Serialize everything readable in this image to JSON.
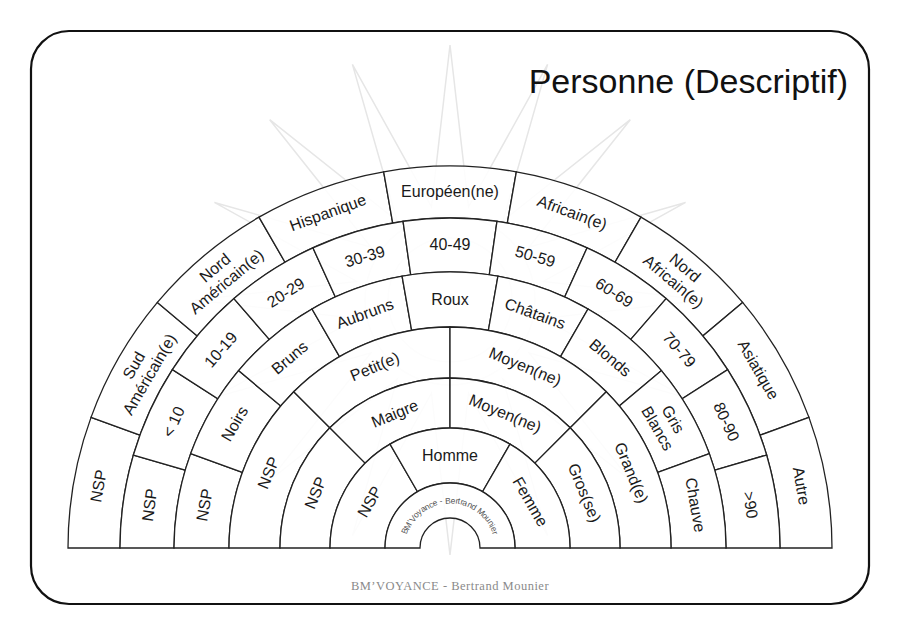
{
  "diagram": {
    "title": "Personne (Descriptif)",
    "caption": "BM’VOYANCE - Bertrand Mounier",
    "nodes": [
      {
        "text": [
          "NSP"
        ]
      },
      {
        "text": [
          "Sud Américain(e)"
        ]
      },
      {
        "text": [
          "Nord Américain(e)"
        ]
      },
      {
        "text": [
          "Hispanique"
        ]
      },
      {
        "text": [
          "Européen(ne)"
        ]
      },
      {
        "text": [
          "Africain(e)"
        ]
      },
      {
        "text": [
          "Nord Africain(e)"
        ]
      },
      {
        "text": [
          "Asiatique"
        ]
      },
      {
        "text": [
          "Autre"
        ]
      },
      {
        "text": [
          "NSP"
        ]
      },
      {
        "text": [
          "< 10"
        ]
      },
      {
        "text": [
          "10-19"
        ]
      },
      {
        "text": [
          "20-29"
        ]
      },
      {
        "text": [
          "30-39"
        ]
      },
      {
        "text": [
          "40-49"
        ]
      },
      {
        "text": [
          "50-59"
        ]
      },
      {
        "text": [
          "60-69"
        ]
      },
      {
        "text": [
          "70-79"
        ]
      },
      {
        "text": [
          "80-90"
        ]
      },
      {
        "text": [
          ">90"
        ]
      },
      {
        "text": [
          "NSP"
        ]
      },
      {
        "text": [
          "Noirs"
        ]
      },
      {
        "text": [
          "Bruns"
        ]
      },
      {
        "text": [
          "Aubruns"
        ]
      },
      {
        "text": [
          "Roux"
        ]
      },
      {
        "text": [
          "Châtains"
        ]
      },
      {
        "text": [
          "Blonds"
        ]
      },
      {
        "text": [
          "Gris Blancs"
        ]
      },
      {
        "text": [
          "Chauve"
        ]
      },
      {
        "text": [
          "NSP"
        ]
      },
      {
        "text": [
          "Petit(e)"
        ]
      },
      {
        "text": [
          "Moyen(ne)"
        ]
      },
      {
        "text": [
          "Grand(e)"
        ]
      },
      {
        "text": [
          "NSP"
        ]
      },
      {
        "text": [
          "Maigre"
        ]
      },
      {
        "text": [
          "Moyen(ne)"
        ]
      },
      {
        "text": [
          "Gros(se)"
        ]
      },
      {
        "text": [
          "NSP"
        ]
      },
      {
        "text": [
          "Homme"
        ]
      },
      {
        "text": [
          "Femme"
        ]
      },
      {
        "text": [
          "BM’Voyance - Bertrand Mounier"
        ]
      }
    ]
  }
}
